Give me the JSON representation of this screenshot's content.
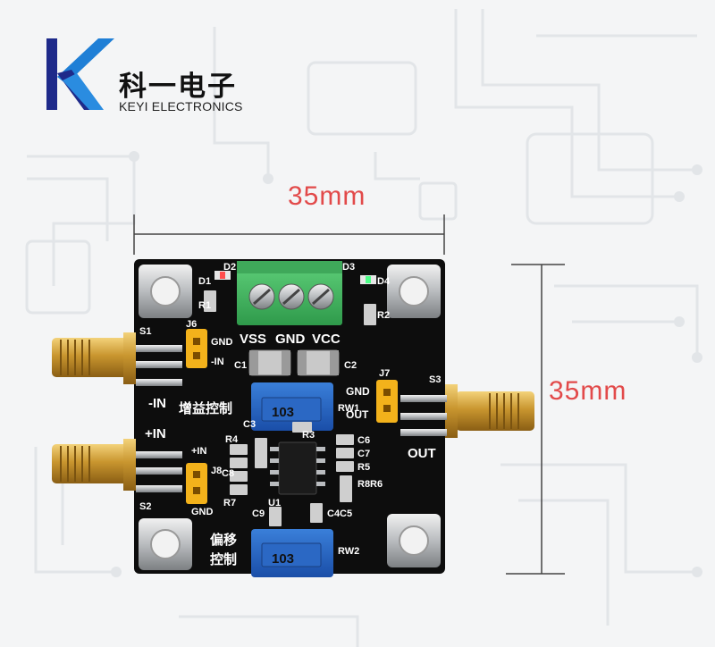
{
  "brand": {
    "name_cn": "科一电子",
    "name_en": "KEYI ELECTRONICS",
    "logo_color": "#1f7fd6",
    "logo_dark": "#1e2a8a"
  },
  "dimensions": {
    "width_label": "35mm",
    "height_label": "35mm",
    "label_color": "#e24a4a"
  },
  "board": {
    "color": "#0d0d0d",
    "silk_labels": {
      "d1": "D1",
      "d2": "D2",
      "d3": "D3",
      "d4": "D4",
      "r1": "R1",
      "r2": "R2",
      "r3": "R3",
      "r4": "R4",
      "r5": "R5",
      "r6": "R6",
      "r7": "R7",
      "r8": "R8",
      "c1": "C1",
      "c2": "C2",
      "c3": "C3",
      "c4": "C4",
      "c5": "C5",
      "c6": "C6",
      "c7": "C7",
      "c8": "C8",
      "c9": "C9",
      "j6": "J6",
      "j7": "J7",
      "j8": "J8",
      "s1": "S1",
      "s2": "S2",
      "s3": "S3",
      "u1": "U1",
      "rw1": "RW1",
      "rw2": "RW2",
      "vss": "VSS",
      "gnd_top": "GND",
      "vcc": "VCC",
      "minus_in_j6": "-IN",
      "gnd_j6": "GND",
      "gnd_j7": "GND",
      "out_j7": "OUT",
      "plus_in_j8": "+IN",
      "gnd_j8": "GND",
      "minus_in": "-IN",
      "plus_in": "+IN",
      "out": "OUT",
      "gain_control": "增益控制",
      "offset_1": "偏移",
      "offset_2": "控制",
      "pot_code": "103"
    }
  }
}
